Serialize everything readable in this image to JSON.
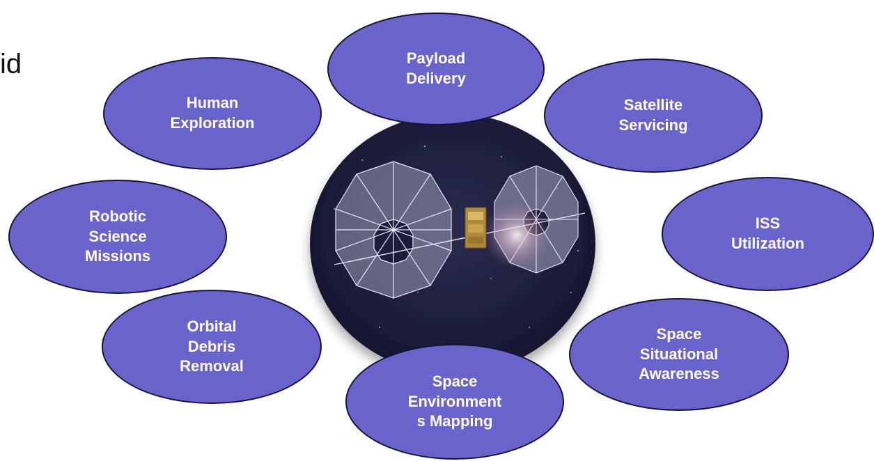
{
  "fragment_text": "id",
  "center_image": {
    "icon": "solar-sail-spacecraft",
    "background_color": "#1c1d3a"
  },
  "bubble_color": "#6a63cc",
  "bubbles": {
    "payload_delivery": "Payload\nDelivery",
    "satellite_servicing": "Satellite\nServicing",
    "human_exploration": "Human\nExploration",
    "robotic_science_missions": "Robotic\nScience\nMissions",
    "iss_utilization": "ISS\nUtilization",
    "orbital_debris_removal": "Orbital\nDebris\nRemoval",
    "space_situational_awareness": "Space\nSituational\nAwareness",
    "space_environments_mapping": "Space\nEnvironment\ns Mapping"
  }
}
